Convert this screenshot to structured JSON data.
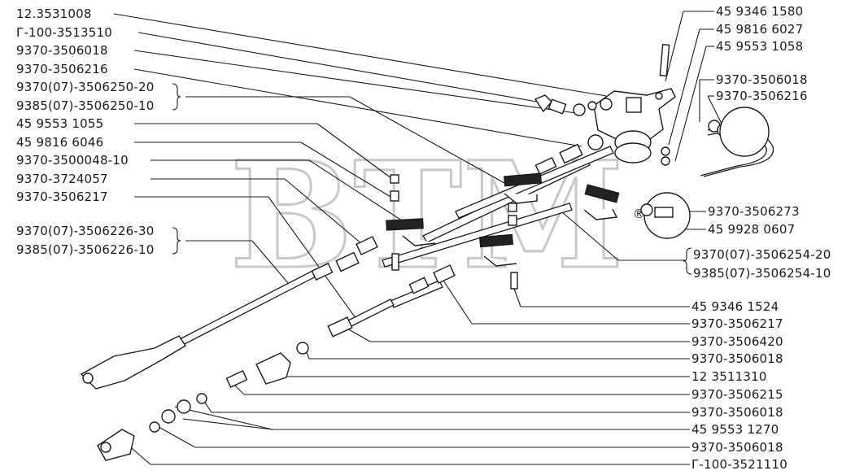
{
  "watermark": "BTM",
  "watermark_mark": "®",
  "labels_left": [
    "12.3531008",
    "Г-100-3513510",
    "9370-3506018",
    "9370-3506216",
    "9370(07)-3506250-20",
    "9385(07)-3506250-10",
    "45 9553 1055",
    "45 9816 6046",
    "9370-3500048-10",
    "9370-3724057",
    "9370-3506217",
    "9370(07)-3506226-30",
    "9385(07)-3506226-10"
  ],
  "labels_right": [
    "45 9346 1580",
    "45 9816 6027",
    "45 9553 1058",
    "9370-3506018",
    "9370-3506216",
    "9370-3506273",
    "45 9928 0607",
    "9370(07)-3506254-20",
    "9385(07)-3506254-10",
    "45 9346 1524",
    "9370-3506217",
    "9370-3506420",
    "9370-3506018",
    "12 3511310",
    "9370-3506215",
    "9370-3506018",
    "45 9553 1270",
    "9370-3506018",
    "Г-100-3521110"
  ]
}
